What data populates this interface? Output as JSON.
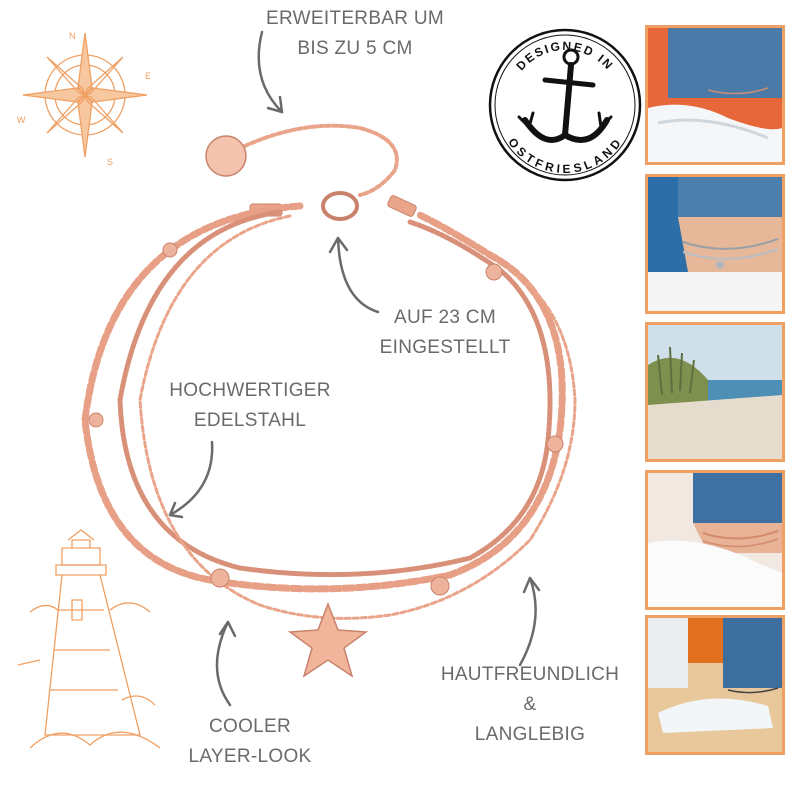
{
  "labels": {
    "extendable": [
      "ERWEITERBAR UM",
      "BIS ZU 5 CM"
    ],
    "adjusted": [
      "AUF 23 CM",
      "EINGESTELLT"
    ],
    "material": [
      "HOCHWERTIGER",
      "EDELSTAHL"
    ],
    "skin": [
      "HAUTFREUNDLICH",
      "&",
      "LANGLEBIG"
    ],
    "layer": [
      "COOLER",
      "LAYER-LOOK"
    ]
  },
  "stamp": {
    "top_text": "DESIGNED IN",
    "bottom_text": "OSTFRIESLAND"
  },
  "compass": {
    "n": "N",
    "e": "E",
    "s": "S",
    "w": "W"
  },
  "colors": {
    "accent_orange": "#f0a063",
    "rose_gold": "#e9a48a",
    "rose_gold_dark": "#c9826b",
    "label_gray": "#6a6a6a",
    "stamp_black": "#111111"
  },
  "icons": [
    "compass-rose-icon",
    "lighthouse-icon",
    "anchor-stamp-icon",
    "starfish-charm-icon"
  ]
}
